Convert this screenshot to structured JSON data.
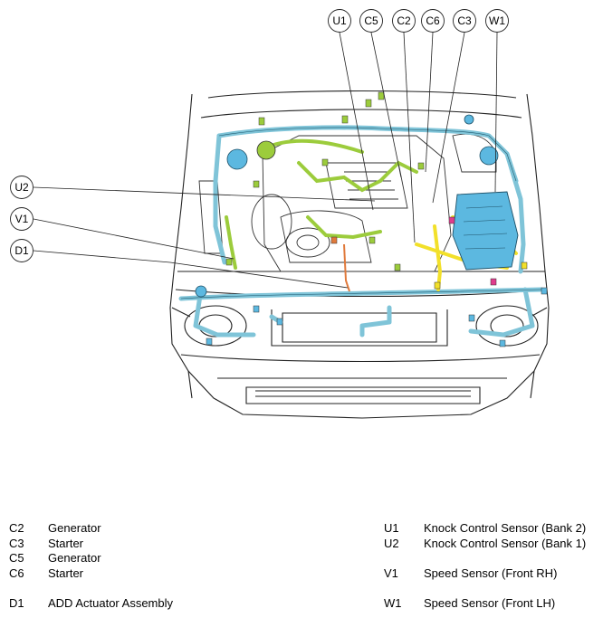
{
  "callouts": {
    "U1": "U1",
    "C5": "C5",
    "C2": "C2",
    "C6": "C6",
    "C3": "C3",
    "W1": "W1",
    "U2": "U2",
    "V1": "V1",
    "D1": "D1"
  },
  "legend_left": [
    {
      "code": "C2",
      "desc": "Generator"
    },
    {
      "code": "C3",
      "desc": "Starter"
    },
    {
      "code": "C5",
      "desc": "Generator"
    },
    {
      "code": "C6",
      "desc": "Starter"
    },
    {
      "code": "D1",
      "desc": "ADD Actuator Assembly"
    }
  ],
  "legend_right": [
    {
      "code": "U1",
      "desc": "Knock Control Sensor (Bank 2)"
    },
    {
      "code": "U2",
      "desc": "Knock Control Sensor (Bank 1)"
    },
    {
      "code": "V1",
      "desc": "Speed Sensor (Front RH)"
    },
    {
      "code": "W1",
      "desc": "Speed Sensor (Front LH)"
    }
  ],
  "colors": {
    "harness_blue": "#7fc4d8",
    "harness_green": "#9ccc3c",
    "harness_yellow": "#f2e02a",
    "harness_orange": "#e07a3c",
    "component_blue": "#5cb8e0",
    "outline": "#222222"
  }
}
